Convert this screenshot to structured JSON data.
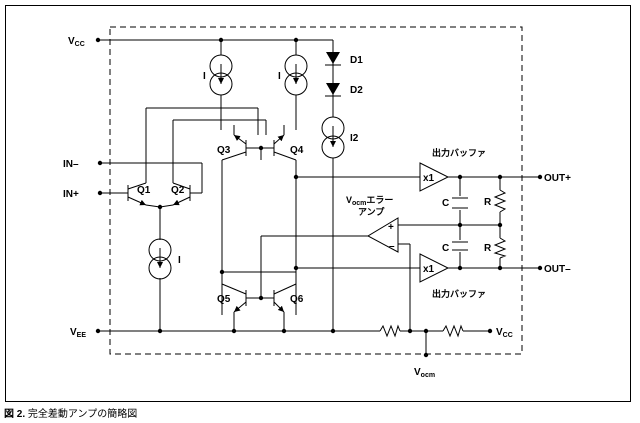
{
  "figure": {
    "caption_label": "図 2.",
    "caption_text": " 完全差動アンプの簡略図"
  },
  "schematic": {
    "pins": {
      "vcc_top": "V",
      "vcc_top_sub": "CC",
      "in_minus": "IN–",
      "in_plus": "IN+",
      "vee": "V",
      "vee_sub": "EE",
      "out_plus": "OUT+",
      "out_minus": "OUT–",
      "vcc_right": "V",
      "vcc_right_sub": "CC",
      "vocm_bottom": "V",
      "vocm_bottom_sub": "ocm"
    },
    "components": {
      "d1": "D1",
      "d2": "D2",
      "i2": "I2",
      "i_left": "I",
      "i_right": "I",
      "i_tail": "I",
      "q1": "Q1",
      "q2": "Q2",
      "q3": "Q3",
      "q4": "Q4",
      "q5": "Q5",
      "q6": "Q6",
      "c_top": "C",
      "c_bottom": "C",
      "r_top": "R",
      "r_bottom": "R",
      "buffer_gain_top": "x1",
      "buffer_gain_bottom": "x1",
      "amp_plus": "+",
      "amp_minus": "–"
    },
    "annotations": {
      "output_buffer_top": "出力バッファ",
      "output_buffer_bottom": "出力バッファ",
      "vocm_amp_prefix": "V",
      "vocm_amp_sub": "ocm",
      "vocm_amp_suffix": "エラー",
      "vocm_amp_line2": "アンプ"
    }
  }
}
